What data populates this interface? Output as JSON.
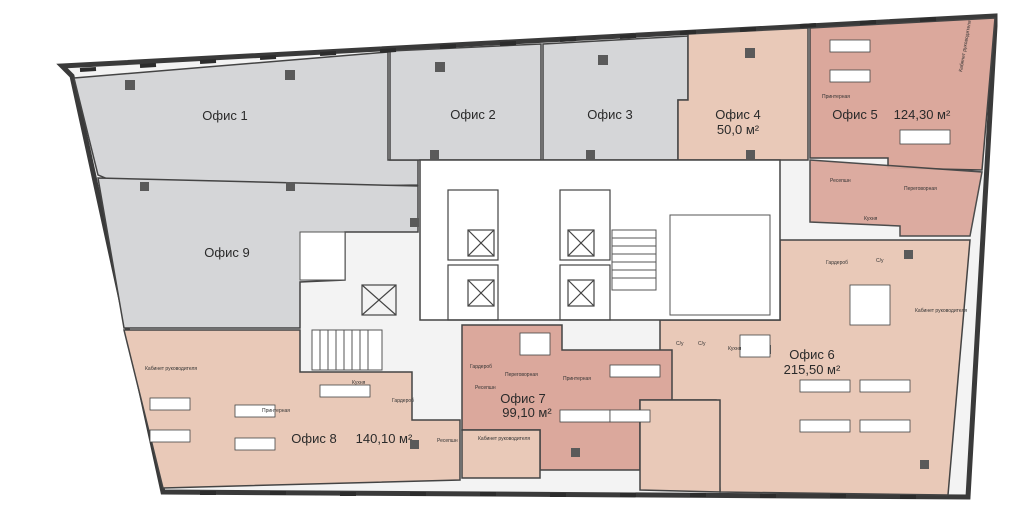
{
  "colors": {
    "grey_office": "#d5d6d8",
    "tan_office": "#e9c9b8",
    "rose_office": "#dba89c",
    "light_rose": "#eed8cc",
    "wall": "#3a3a3a",
    "column": "#5a5a5a",
    "background": "#ffffff"
  },
  "offices": [
    {
      "id": "1",
      "name": "Офис 1",
      "area": ""
    },
    {
      "id": "2",
      "name": "Офис 2",
      "area": ""
    },
    {
      "id": "3",
      "name": "Офис 3",
      "area": ""
    },
    {
      "id": "4",
      "name": "Офис 4",
      "area": "50,0 м²"
    },
    {
      "id": "5",
      "name": "Офис 5",
      "area": "124,30 м²"
    },
    {
      "id": "6",
      "name": "Офис 6",
      "area": "215,50 м²"
    },
    {
      "id": "7",
      "name": "Офис 7",
      "area": "99,10 м²"
    },
    {
      "id": "8",
      "name": "Офис 8",
      "area": "140,10 м²"
    },
    {
      "id": "9",
      "name": "Офис 9",
      "area": ""
    }
  ],
  "rooms": {
    "director": "Кабинет руководителя",
    "meeting": "Переговорная",
    "printer": "Принтерная",
    "kitchen": "Кухня",
    "reception": "Ресепшн",
    "wardrobe": "Гардероб",
    "wc": "С/у"
  }
}
